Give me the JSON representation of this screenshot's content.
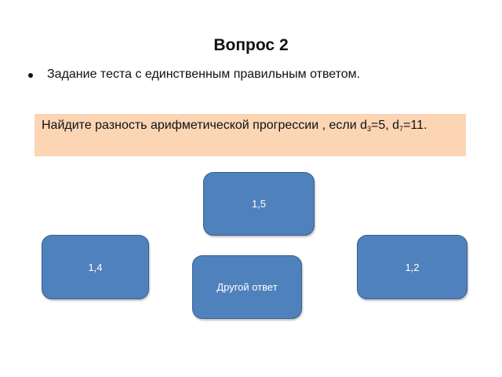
{
  "slide": {
    "title": "Вопрос 2",
    "bullet": "Задание теста с единственным правильным ответом."
  },
  "question": {
    "text_before": "Найдите разность арифметической прогрессии , если d",
    "sub1": "3",
    "mid": "=5, d",
    "sub2": "7",
    "text_after": "=11.",
    "background_color": "#fcd5b5"
  },
  "answers": [
    {
      "label": "1,5",
      "position": "top"
    },
    {
      "label": "1,4",
      "position": "left"
    },
    {
      "label": "1,2",
      "position": "right"
    },
    {
      "label": "Другой ответ",
      "position": "bottom"
    }
  ],
  "colors": {
    "answer_fill": "#4f81bd",
    "answer_border": "#3a5f8f"
  }
}
